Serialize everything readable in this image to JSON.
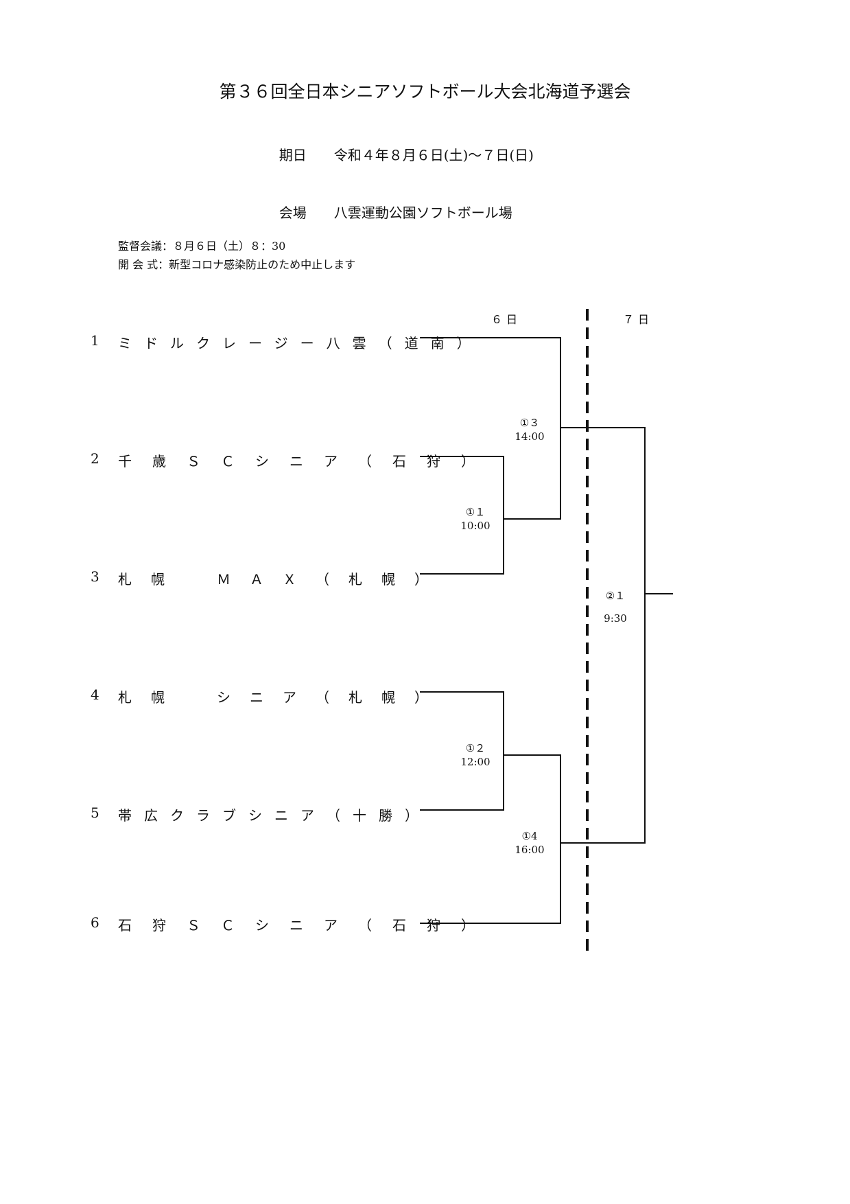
{
  "title": "第３６回全日本シニアソフトボール大会北海道予選会",
  "schedule": {
    "label": "期日",
    "value": "令和４年８月６日(土)～７日(日)"
  },
  "venue": {
    "label": "会場",
    "value": "八雲運動公園ソフトボール場"
  },
  "meeting": {
    "line1": "監督会議：８月６日（土）８：30",
    "line2": "開 会 式：新型コロナ感染防止のため中止します"
  },
  "days": {
    "day1": "６日",
    "day2": "７日"
  },
  "teams": [
    {
      "num": "1",
      "name": "ミドルクレージー八雲（道南）"
    },
    {
      "num": "2",
      "name": "千歳ＳＣシニア（石狩）"
    },
    {
      "num": "3",
      "name": "札幌　ＭＡＸ（札幌）"
    },
    {
      "num": "4",
      "name": "札幌　シニア（札幌）"
    },
    {
      "num": "5",
      "name": "帯広クラブシニア（十勝）"
    },
    {
      "num": "6",
      "name": "石狩ＳＣシニア（石狩）"
    }
  ],
  "games": [
    {
      "no": "①１",
      "time": "10:00"
    },
    {
      "no": "①２",
      "time": "12:00"
    },
    {
      "no": "①３",
      "time": "14:00"
    },
    {
      "no": "①4",
      "time": "16:00"
    },
    {
      "no": "②１",
      "time": "9:30"
    }
  ]
}
